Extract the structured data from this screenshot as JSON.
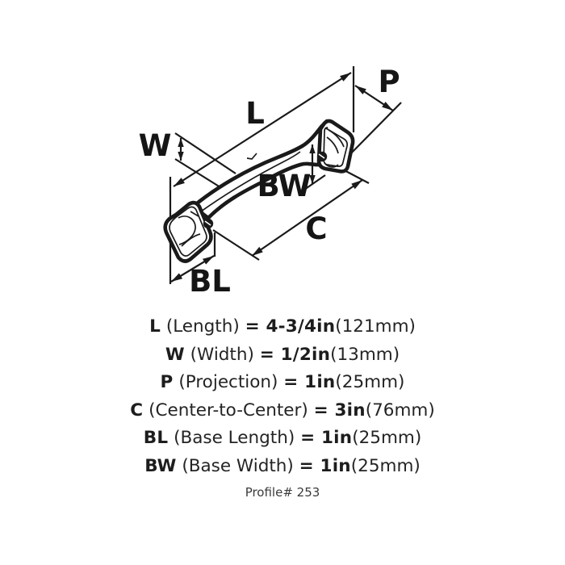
{
  "diagram": {
    "labels": {
      "L": "L",
      "W": "W",
      "P": "P",
      "BW": "BW",
      "C": "C",
      "BL": "BL"
    }
  },
  "spec_lines": [
    {
      "code": "L",
      "name": "(Length)",
      "value": "= 4-3/4in",
      "metric": "(121mm)"
    },
    {
      "code": "W",
      "name": "(Width)",
      "value": "= 1/2in",
      "metric": "(13mm)"
    },
    {
      "code": "P",
      "name": "(Projection)",
      "value": "= 1in",
      "metric": "(25mm)"
    },
    {
      "code": "C",
      "name": "(Center-to-Center)",
      "value": "= 3in",
      "metric": "(76mm)"
    },
    {
      "code": "BL",
      "name": "(Base Length)",
      "value": "= 1in",
      "metric": "(25mm)"
    },
    {
      "code": "BW",
      "name": "(Base Width)",
      "value": "= 1in",
      "metric": "(25mm)"
    }
  ],
  "footer": {
    "profile": "Profile# 253"
  },
  "colors": {
    "ink": "#1a1a1a",
    "background": "#ffffff"
  }
}
